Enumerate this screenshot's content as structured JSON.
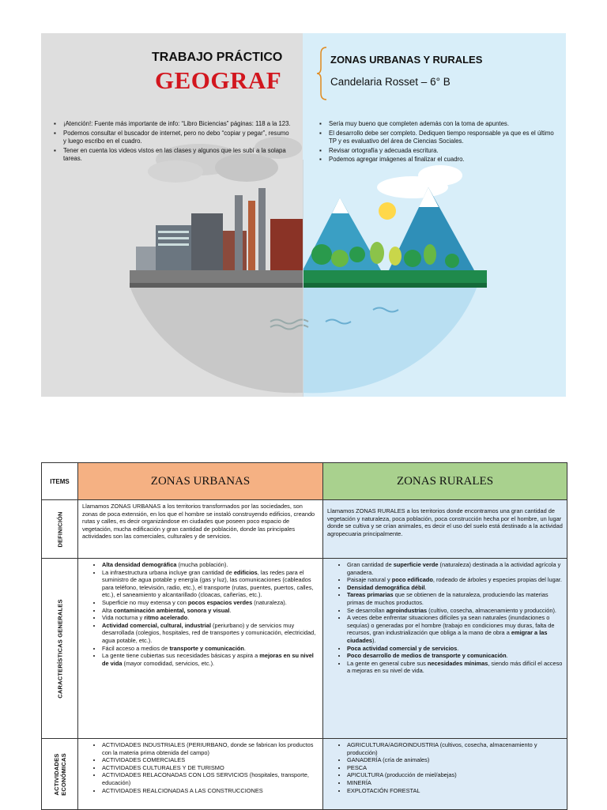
{
  "cover": {
    "title": "TRABAJO PRÁCTICO",
    "subject": "GEOGRAF",
    "topic": "ZONAS URBANAS Y RURALES",
    "author": "Candelaria Rosset – 6° B",
    "notes_left": [
      "¡Atención!: Fuente más importante de info: “Libro Biciencias” páginas: 118 a la 123.",
      "Podemos consultar el buscador de internet, pero no debo “copiar y pegar”, resumo y luego escribo en el cuadro.",
      "Tener en cuenta los videos vistos en las clases y algunos que les subí a la solapa tareas."
    ],
    "notes_right": [
      "Sería muy bueno que completen además con la toma de apuntes.",
      "El desarrollo debe ser completo. Dediquen tiempo responsable ya que es el último TP y es evaluativo del área de Ciencias Sociales.",
      "Revisar ortografía y adecuada escritura.",
      "Podemos agregar imágenes al finalizar el cuadro."
    ],
    "colors": {
      "left_bg": "#dedede",
      "right_bg": "#d8eef9",
      "subject": "#d2161e"
    }
  },
  "table": {
    "headers": {
      "items": "ITEMS",
      "urbanas": "ZONAS URBANAS",
      "rurales": "ZONAS RURALES"
    },
    "header_colors": {
      "urbanas": "#f5b183",
      "rurales": "#a9d18e"
    },
    "rows": {
      "definicion": {
        "label": "DEFINICIÓN",
        "urbanas": "Llamamos ZONAS URBANAS a los territorios transformados por las sociedades, son zonas de poca extensión, en los que el hombre se instaló construyendo edificios, creando rutas y calles, es decir organizándose en ciudades que poseen poco espacio de vegetación, mucha edificación y gran cantidad de población, donde las principales actividades son las comerciales, culturales y de servicios.",
        "rurales": "Llamamos ZONAS RURALES a los territorios donde encontramos una gran cantidad de vegetación y naturaleza, poca población, poca construcción hecha por el hombre, un lugar donde se cultiva y se crían animales, es decir el uso del suelo está destinado a la actividad agropecuaria principalmente."
      },
      "caracteristicas": {
        "label": "CARACTERÍSTICAS GENERALES",
        "urbanas": [
          {
            "b": "Alta densidad demográfica",
            "t": " (mucha población)."
          },
          {
            "t": "La infraestructura urbana incluye gran cantidad de ",
            "b": "edificios",
            "t2": ", las redes para el suministro de agua potable y energía (gas y luz), las comunicaciones (cableados para teléfono, televisión, radio, etc.), el transporte (rutas, puentes, puertos, calles, etc.), el saneamiento y alcantarillado (cloacas, cañerías, etc.)."
          },
          {
            "t": "Superficie no muy extensa y con ",
            "b": "pocos espacios verdes",
            "t2": " (naturaleza)."
          },
          {
            "t": "Alta ",
            "b": "contaminación ambiental, sonora y visual",
            "t2": "."
          },
          {
            "t": "Vida nocturna y ",
            "b": "ritmo acelerado",
            "t2": "."
          },
          {
            "b": "Actividad comercial, cultural, industrial",
            "t": " (periurbano) y de servicios muy desarrollada (colegios, hospitales, red de transportes y comunicación, electricidad, agua potable, etc.)."
          },
          {
            "t": "Fácil acceso a medios de ",
            "b": "transporte y comunicación",
            "t2": "."
          },
          {
            "t": "La gente tiene cubiertas sus necesidades básicas y aspira a ",
            "b": "mejoras en su nivel de vida",
            "t2": " (mayor comodidad, servicios, etc.)."
          }
        ],
        "rurales": [
          {
            "t": "Gran cantidad de ",
            "b": "superficie verde",
            "t2": " (naturaleza) destinada a la actividad agrícola y ganadera."
          },
          {
            "t": "Paisaje natural y ",
            "b": "poco edificado",
            "t2": ", rodeado de árboles y especies propias del lugar."
          },
          {
            "b": "Densidad demográfica débil",
            "t": "."
          },
          {
            "b": "Tareas primarias",
            "t": " que se obtienen de la naturaleza, produciendo las materias primas de muchos productos."
          },
          {
            "t": "Se desarrollan ",
            "b": "agroindustrias",
            "t2": " (cultivo, cosecha, almacenamiento y producción)."
          },
          {
            "t": "A veces debe enfrentar situaciones difíciles ya sean naturales (inundaciones o sequías) o generadas por el hombre (trabajo en condiciones muy duras, falta de recursos, gran industrialización que obliga a la mano de obra a ",
            "b": "emigrar a las ciudades",
            "t2": ")."
          },
          {
            "b": "Poca actividad comercial y de servicios",
            "t": "."
          },
          {
            "b": "Poco desarrollo de medios de transporte y comunicación",
            "t": "."
          },
          {
            "t": "La gente en general cubre sus ",
            "b": "necesidades mínimas",
            "t2": ", siendo más difícil el acceso a mejoras en su nivel de vida."
          }
        ]
      },
      "actividades": {
        "label_line1": "ACTIVIDADES",
        "label_line2": "ECONÓMICAS",
        "urbanas": [
          "ACTIVIDADES INDUSTRIALES (PERIURBANO, donde se fabrican los productos con la materia prima obtenida del campo)",
          "ACTIVIDADES COMERCIALES",
          "ACTIVIDADES CULTURALES Y DE TURISMO",
          "ACTIVIDADES RELACONADAS CON LOS SERVICIOS (hospitales, transporte, educación)",
          "ACTIVIDADES REALCIONADAS A LAS CONSTRUCCIONES"
        ],
        "rurales": [
          "AGRICULTURA/AGROINDUSTRIA (cultivos, cosecha, almacenamiento y producción)",
          "GANADERÍA (cría de animales)",
          "PESCA",
          "APICULTURA (producción de miel/abejas)",
          "MINERÍA",
          "EXPLOTACIÓN FORESTAL"
        ]
      }
    }
  }
}
